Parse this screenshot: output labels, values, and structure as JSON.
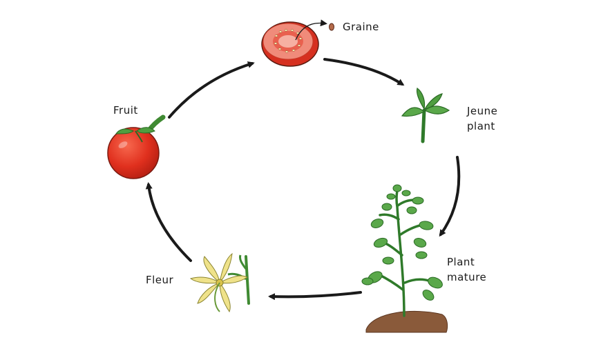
{
  "stages": {
    "seed": {
      "label": "Graine"
    },
    "young_plant": {
      "line1": "Jeune",
      "line2": "plant"
    },
    "mature_plant": {
      "line1": "Plant",
      "line2": "mature"
    },
    "flower": {
      "label": "Fleur"
    },
    "fruit": {
      "label": "Fruit"
    }
  },
  "colors": {
    "tomato_red": "#e0301e",
    "tomato_flesh": "#f28a7a",
    "leaf_green": "#4a9a3a",
    "flower_yellow": "#efe28a",
    "soil_brown": "#8a5a3a",
    "arrow": "#1a1a1a"
  }
}
